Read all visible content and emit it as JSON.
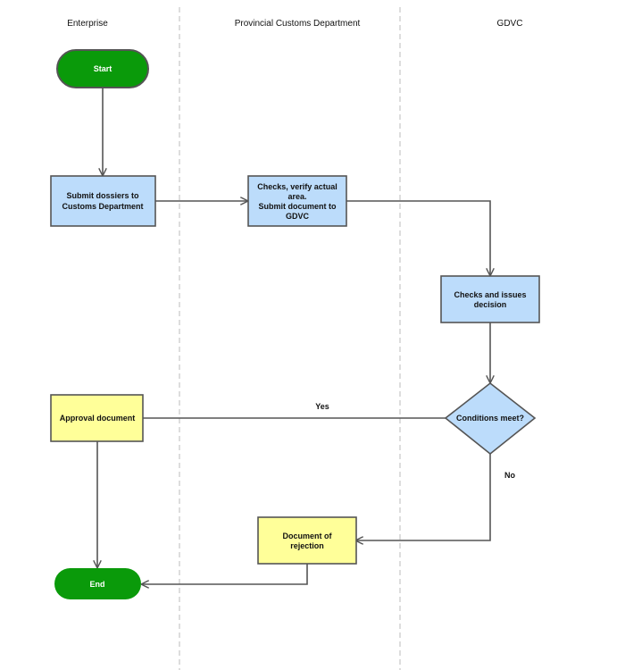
{
  "lanes": [
    "Enterprise",
    "Provincial Customs Department",
    "GDVC"
  ],
  "nodes": {
    "start": "Start",
    "submit_dossiers": [
      "Submit dossiers to",
      "Customs Department"
    ],
    "checks_verify": [
      "Checks, verify actual",
      "area.",
      "Submit document to",
      "GDVC"
    ],
    "checks_issues": [
      "Checks and issues",
      "decision"
    ],
    "conditions": "Conditions meet?",
    "approval": "Approval document",
    "rejection": [
      "Document of",
      "rejection"
    ],
    "end": "End"
  },
  "edges": {
    "yes": "Yes",
    "no": "No"
  },
  "colors": {
    "terminal_fill": "#0a9a0a",
    "terminal_stroke": "#555555",
    "process_fill": "#bcdcfb",
    "output_fill": "#ffff99",
    "stroke": "#555555",
    "lane_divider": "#bbbbbb"
  }
}
